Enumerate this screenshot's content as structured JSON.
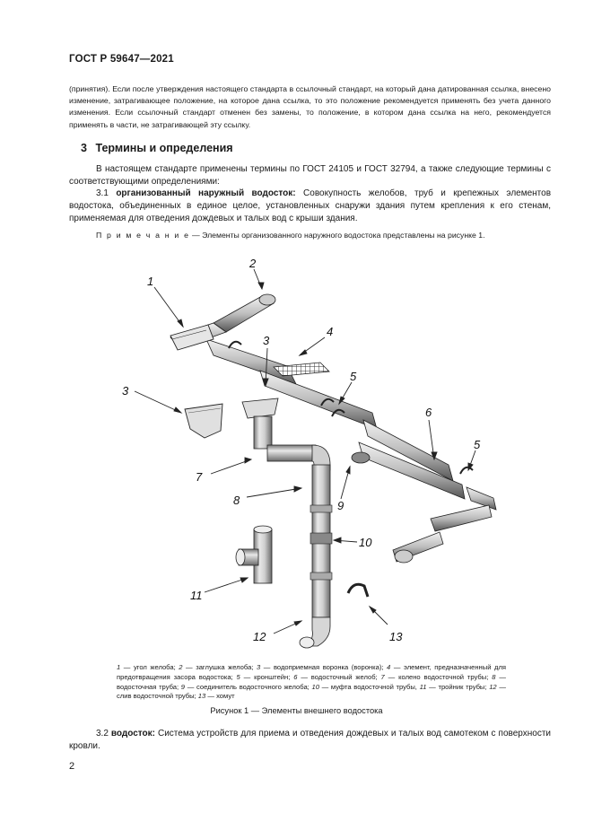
{
  "header": {
    "title": "ГОСТ Р 59647—2021"
  },
  "intro": {
    "text": "(принятия). Если после утверждения настоящего стандарта в ссылочный стандарт, на который дана датированная ссылка, внесено изменение, затрагивающее положение, на которое дана ссылка, то это положение рекомендуется применять без учета данного изменения. Если ссылочный стандарт отменен без замены, то положение, в котором дана ссылка на него, рекомендуется применять в части, не затрагивающей эту ссылку."
  },
  "section": {
    "number": "3",
    "title": "Термины и определения",
    "paragraph": "В настоящем стандарте применены термины по ГОСТ 24105 и ГОСТ 32794, а также следующие термины с соответствующими определениями:",
    "term1": {
      "number": "3.1",
      "term": "организованный наружный водосток:",
      "definition": "Совокупность желобов, труб и крепежных элементов водостока, объединенных в единое целое, установленных снаружи здания путем крепления к его стенам, применяемая для отведения дождевых и талых вод с крыши здания."
    },
    "note": {
      "label": "П р и м е ч а н и е",
      "text": " — Элементы организованного наружного водостока представлены на рисунке 1."
    }
  },
  "figure": {
    "callouts": [
      "1",
      "2",
      "3",
      "3",
      "4",
      "5",
      "5",
      "6",
      "7",
      "8",
      "9",
      "10",
      "11",
      "12",
      "13"
    ],
    "legend": [
      {
        "n": "1",
        "t": "угол желоба;"
      },
      {
        "n": "2",
        "t": "заглушка желоба;"
      },
      {
        "n": "3",
        "t": "водоприемная воронка (воронка);"
      },
      {
        "n": "4",
        "t": "элемент, предназначенный для предотвращения засора водостока;"
      },
      {
        "n": "5",
        "t": "кронштейн;"
      },
      {
        "n": "6",
        "t": "водосточный желоб;"
      },
      {
        "n": "7",
        "t": "колено водосточной трубы;"
      },
      {
        "n": "8",
        "t": "водосточная труба;"
      },
      {
        "n": "9",
        "t": "соединитель водосточного желоба;"
      },
      {
        "n": "10",
        "t": "муфта водосточной трубы,"
      },
      {
        "n": "11",
        "t": "тройник трубы;"
      },
      {
        "n": "12",
        "t": "слив водосточной трубы;"
      },
      {
        "n": "13",
        "t": "хомут"
      }
    ],
    "caption": "Рисунок 1 — Элементы внешнего водостока"
  },
  "term2": {
    "number": "3.2",
    "term": "водосток:",
    "definition": "Система устройств для приема и отведения дождевых и талых вод самотеком с поверхности кровли."
  },
  "page_number": "2"
}
